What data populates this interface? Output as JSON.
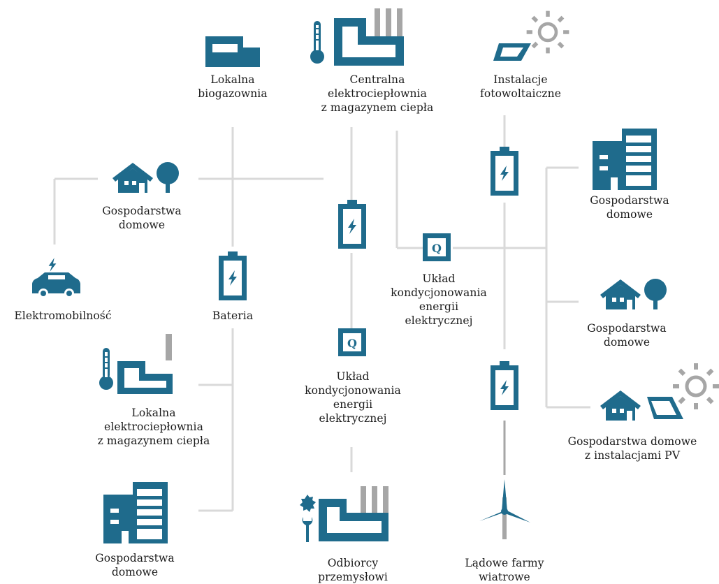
{
  "colors": {
    "primary": "#1f6b8c",
    "gray": "#a6a6a6",
    "connector": "#d9d9d9",
    "text": "#1c1c1c"
  },
  "nodes": {
    "biogas": {
      "lines": [
        "Lokalna",
        "biogazownia"
      ],
      "icon": "biogas-plant-icon"
    },
    "central_chp": {
      "lines": [
        "Centralna",
        "elektrociepłownia",
        "z magazynem ciepła"
      ],
      "icon": "chp-plant-icon"
    },
    "pv": {
      "lines": [
        "Instalacje",
        "fotowoltaiczne"
      ],
      "icon": "solar-panel-icon"
    },
    "households_left_top": {
      "lines": [
        "Gospodarstwa",
        "domowe"
      ],
      "icon": "house-tree-icon"
    },
    "emobility": {
      "lines": [
        "Elektromobilność"
      ],
      "icon": "electric-car-icon"
    },
    "battery_left": {
      "lines": [
        "Bateria"
      ],
      "icon": "battery-icon"
    },
    "local_chp": {
      "lines": [
        "Lokalna",
        "elektrociepłownia",
        "z magazynem ciepła"
      ],
      "icon": "local-chp-icon"
    },
    "households_left_bottom": {
      "lines": [
        "Gospodarstwa",
        "domowe"
      ],
      "icon": "apartment-building-icon"
    },
    "conditioning_center": {
      "lines": [
        "Układ",
        "kondycjonowania",
        "energii",
        "elektrycznej"
      ],
      "icon": "q-box-icon"
    },
    "conditioning_right": {
      "lines": [
        "Układ",
        "kondycjonowania",
        "energii",
        "elektrycznej"
      ],
      "icon": "q-box-icon"
    },
    "industrial": {
      "lines": [
        "Odbiorcy",
        "przemysłowi"
      ],
      "icon": "factory-icon"
    },
    "wind": {
      "lines": [
        "Lądowe farmy",
        "wiatrowe"
      ],
      "icon": "wind-turbine-icon"
    },
    "households_right_top": {
      "lines": [
        "Gospodarstwa",
        "domowe"
      ],
      "icon": "apartment-building-icon"
    },
    "households_right_mid": {
      "lines": [
        "Gospodarstwa",
        "domowe"
      ],
      "icon": "house-tree-icon"
    },
    "households_right_pv": {
      "lines": [
        "Gospodarstwa domowe",
        "z instalacjami PV"
      ],
      "icon": "house-solar-icon"
    }
  },
  "q_letter": "Q"
}
